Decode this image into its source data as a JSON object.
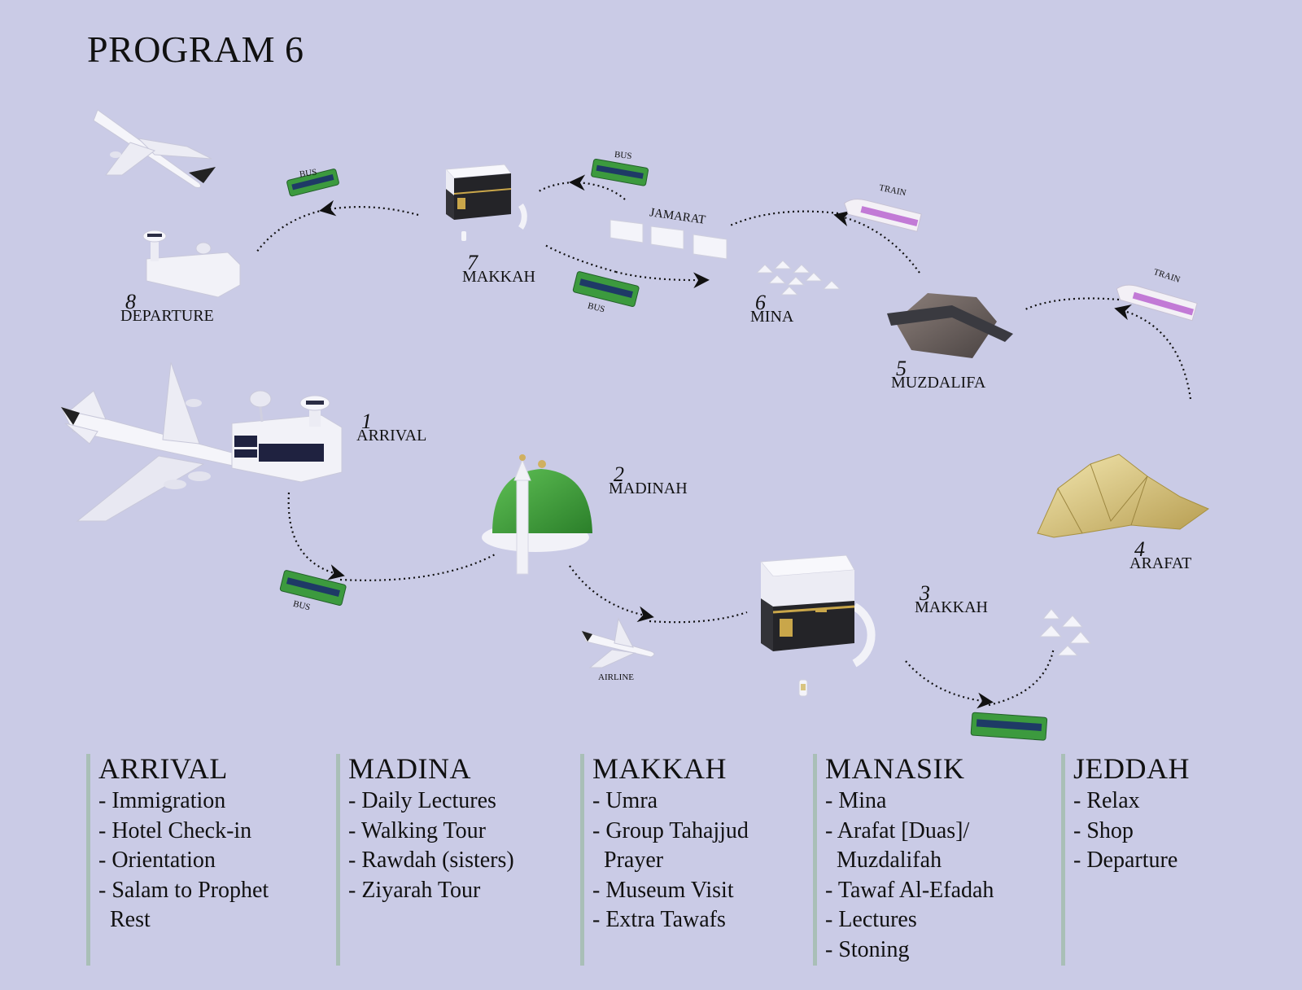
{
  "title": "PROGRAM 6",
  "stops": [
    {
      "id": "arrival",
      "number": "1",
      "name": "ARRIVAL"
    },
    {
      "id": "madinah",
      "number": "2",
      "name": "MADINAH"
    },
    {
      "id": "makkah-1",
      "number": "3",
      "name": "MAKKAH"
    },
    {
      "id": "arafat",
      "number": "4",
      "name": "ARAFAT"
    },
    {
      "id": "muzdalifa",
      "number": "5",
      "name": "MUZDALIFA"
    },
    {
      "id": "mina",
      "number": "6",
      "name": "MINA"
    },
    {
      "id": "makkah-2",
      "number": "7",
      "name": "MAKKAH"
    },
    {
      "id": "departure",
      "number": "8",
      "name": "DEPARTURE"
    }
  ],
  "vehicle_labels": {
    "bus": "BUS",
    "train": "TRAIN",
    "airline": "AIRLINE",
    "jamarat": "JAMARAT"
  },
  "colors": {
    "background": "#cacbe6",
    "bus_green": "#3c9a3e",
    "dome_green": "#3e9a38",
    "train_purple": "#c27ad6",
    "kaaba_black": "#242428",
    "kaaba_gold": "#c9a64a",
    "column_rule": "#a9bfb7"
  },
  "columns": [
    {
      "heading": "ARRIVAL",
      "items": [
        "- Immigration",
        "- Hotel Check-in",
        "- Orientation",
        "- Salam to Prophet",
        "  Rest"
      ]
    },
    {
      "heading": "MADINA",
      "items": [
        "- Daily Lectures",
        "- Walking Tour",
        "- Rawdah (sisters)",
        "- Ziyarah Tour"
      ]
    },
    {
      "heading": "MAKKAH",
      "items": [
        "- Umra",
        "- Group Tahajjud",
        "  Prayer",
        "- Museum Visit",
        "- Extra Tawafs"
      ]
    },
    {
      "heading": "MANASIK",
      "items": [
        "- Mina",
        "- Arafat [Duas]/",
        "  Muzdalifah",
        "- Tawaf Al-Efadah",
        "- Lectures",
        "- Stoning"
      ]
    },
    {
      "heading": "JEDDAH",
      "items": [
        "- Relax",
        "- Shop",
        "- Departure"
      ]
    }
  ]
}
